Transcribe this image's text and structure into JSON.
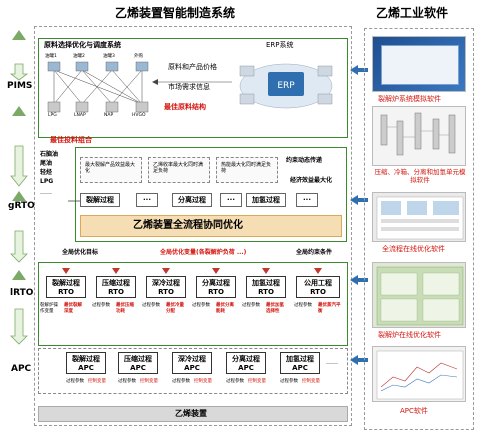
{
  "header": {
    "main_title": "乙烯装置智能制造系统",
    "side_title": "乙烯工业软件"
  },
  "layers": {
    "pims": "PIMS",
    "grto": "gRTO",
    "lrto": "lRTO",
    "apc": "APC"
  },
  "pims_section": {
    "box_title": "原料选择优化与调度系统",
    "erp_title": "ERP系统",
    "nodes": [
      "油罐1",
      "油罐2",
      "油罐3",
      "外购"
    ],
    "products": [
      "LPG",
      "LNAP",
      "NAP",
      "HVGO"
    ],
    "info_label": "原料和产品价格",
    "market_label": "市场需求信息",
    "best_struct": "最佳原料结构",
    "best_combo": "最佳投料组合"
  },
  "grto_section": {
    "feeds": [
      "石脑油",
      "尾油",
      "轻烃",
      "LPG"
    ],
    "feeds_more": "……",
    "cards": [
      {
        "text": "最大裂解产品效益最大化"
      },
      {
        "text": "乙烯收率最大化同时满足负荷"
      },
      {
        "text": "热能最大化同时满足负荷"
      }
    ],
    "constraint": "约束动态传递",
    "econ": "经济效益最大化",
    "procs": [
      "裂解过程",
      "···",
      "分离过程",
      "···",
      "加氢过程",
      "···"
    ],
    "collab": "乙烯装置全流程协同优化"
  },
  "lrto_section": {
    "global_target": "全局优化目标",
    "global_var": "全局优化变量(各裂解炉负荷 ...)",
    "global_cons": "全局约束条件",
    "rtos": [
      {
        "line1": "裂解过程",
        "line2": "RTO"
      },
      {
        "line1": "压缩过程",
        "line2": "RTO"
      },
      {
        "line1": "深冷过程",
        "line2": "RTO"
      },
      {
        "line1": "分离过程",
        "line2": "RTO"
      },
      {
        "line1": "加氢过程",
        "line2": "RTO"
      },
      {
        "line1": "公用工程",
        "line2": "RTO"
      }
    ],
    "notes": [
      {
        "black": "裂解炉操作变量",
        "red": "最优裂解深度"
      },
      {
        "black": "过程参数",
        "red": "最优压缩功耗"
      },
      {
        "black": "过程参数",
        "red": "最优冷量分配"
      },
      {
        "black": "过程参数",
        "red": "最优分离能耗"
      },
      {
        "black": "过程参数",
        "red": "最优加氢选择性"
      },
      {
        "black": "过程参数",
        "red": "最优蒸汽平衡"
      }
    ]
  },
  "apc_section": {
    "apcs": [
      {
        "line1": "裂解过程",
        "line2": "APC"
      },
      {
        "line1": "压缩过程",
        "line2": "APC"
      },
      {
        "line1": "深冷过程",
        "line2": "APC"
      },
      {
        "line1": "分离过程",
        "line2": "APC"
      },
      {
        "line1": "加氢过程",
        "line2": "APC"
      }
    ],
    "io": [
      "过程参数",
      "控制变量"
    ],
    "ellipsis": "……",
    "plant": "乙烯装置"
  },
  "software": [
    {
      "label": "裂解炉系统模拟软件"
    },
    {
      "label": "压缩、冷箱、分离和加氢单元模拟软件"
    },
    {
      "label": "全流程在线优化软件"
    },
    {
      "label": "裂解炉在线优化软件"
    },
    {
      "label": "APC软件"
    }
  ],
  "colors": {
    "green": "#3a8a2e",
    "red": "#d4150e",
    "dark_red": "#b01010",
    "software_label": "#d4150e"
  }
}
